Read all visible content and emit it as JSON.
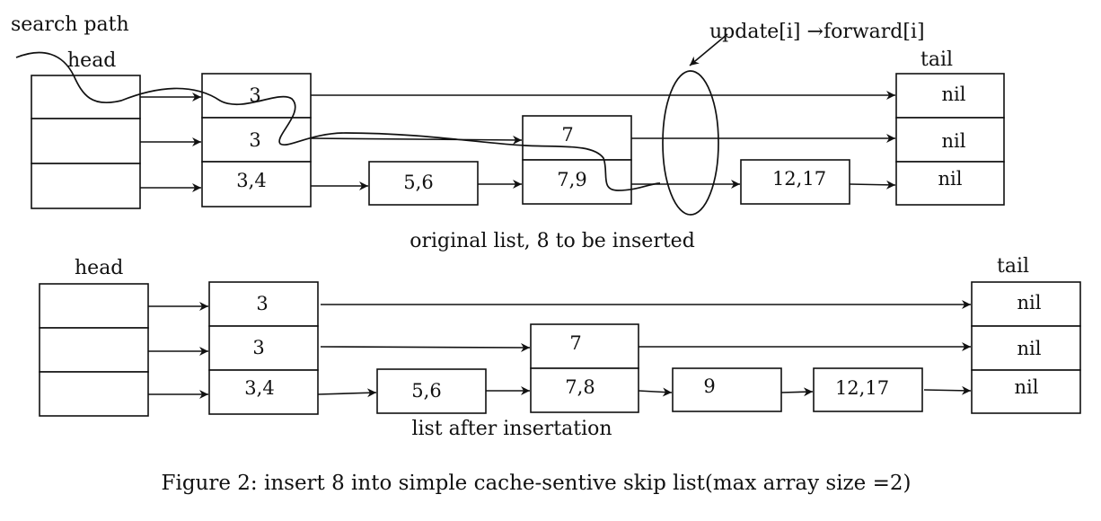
{
  "top": {
    "search_path_label": "search path",
    "head_label": "head",
    "tail_label": "tail",
    "update_label": "update[i] →forward[i]",
    "caption": "original list, 8 to be inserted",
    "nodes": {
      "n3_l3": "3",
      "n3_l2": "3",
      "n34": "3,4",
      "n56": "5,6",
      "n7": "7",
      "n79": "7,9",
      "n1217": "12,17",
      "nil1": "nil",
      "nil2": "nil",
      "nil3": "nil"
    }
  },
  "bottom": {
    "head_label": "head",
    "tail_label": "tail",
    "caption": "list after insertation",
    "nodes": {
      "n3_l3": "3",
      "n3_l2": "3",
      "n34": "3,4",
      "n56": "5,6",
      "n7": "7",
      "n78": "7,8",
      "n9": "9",
      "n1217": "12,17",
      "nil1": "nil",
      "nil2": "nil",
      "nil3": "nil"
    }
  },
  "figure_caption": "Figure 2: insert 8 into simple cache-sentive skip list(max array size =2)"
}
